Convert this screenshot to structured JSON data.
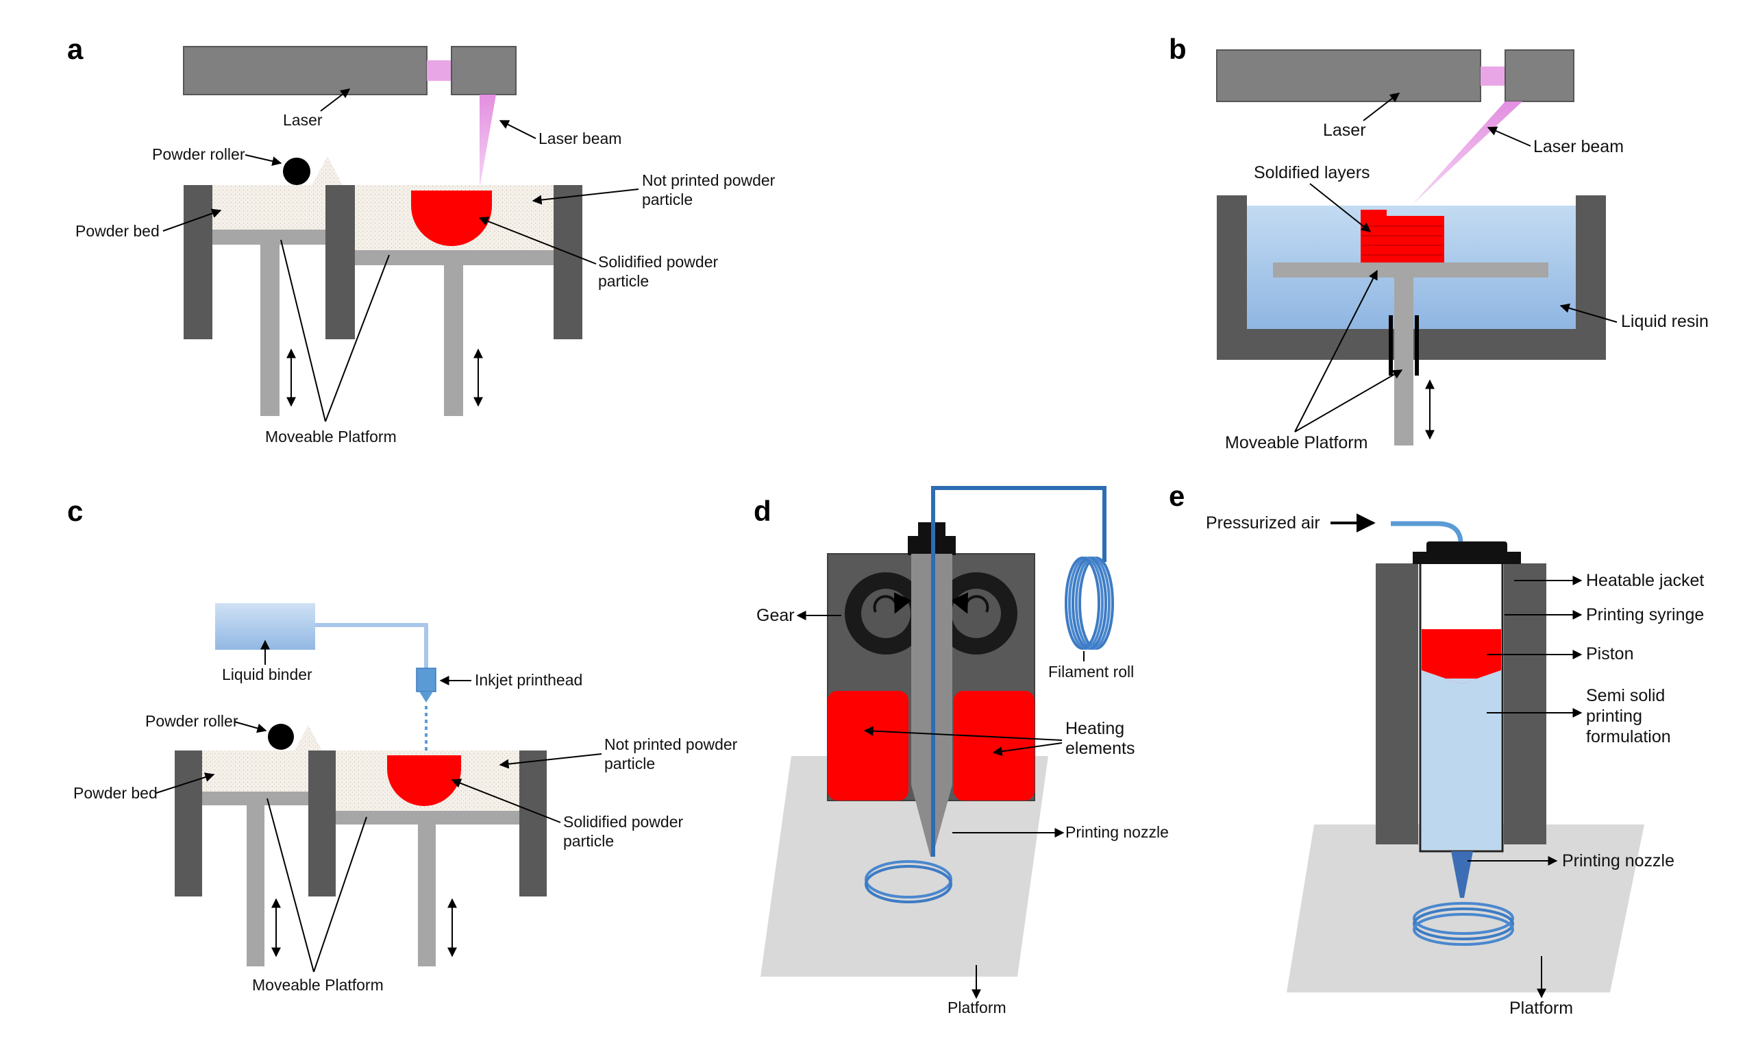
{
  "panels": {
    "a": {
      "letter": "a",
      "laser": "Laser",
      "laser_beam": "Laser beam",
      "powder_roller": "Powder roller",
      "powder_bed": "Powder bed",
      "not_printed_line1": "Not printed powder",
      "not_printed_line2": "particle",
      "solidified_line1": "Solidified powder",
      "solidified_line2": "particle",
      "moveable_platform": "Moveable Platform"
    },
    "b": {
      "letter": "b",
      "laser": "Laser",
      "laser_beam": "Laser beam",
      "solidified_layers": "Soldified layers",
      "liquid_resin": "Liquid resin",
      "moveable_platform": "Moveable Platform"
    },
    "c": {
      "letter": "c",
      "liquid_binder": "Liquid binder",
      "inkjet_printhead": "Inkjet printhead",
      "powder_roller": "Powder roller",
      "powder_bed": "Powder bed",
      "not_printed_line1": "Not printed powder",
      "not_printed_line2": "particle",
      "solidified_line1": "Solidified powder",
      "solidified_line2": "particle",
      "moveable_platform": "Moveable Platform"
    },
    "d": {
      "letter": "d",
      "gear": "Gear",
      "filament_roll": "Filament roll",
      "heating_line1": "Heating",
      "heating_line2": "elements",
      "printing_nozzle": "Printing nozzle",
      "platform": "Platform"
    },
    "e": {
      "letter": "e",
      "pressurized_air": "Pressurized air",
      "heatable_jacket": "Heatable jacket",
      "printing_syringe": "Printing syringe",
      "piston": "Piston",
      "semi_line1": "Semi solid",
      "semi_line2": "printing",
      "semi_line3": "formulation",
      "printing_nozzle": "Printing nozzle",
      "platform": "Platform"
    }
  },
  "colors": {
    "dark_gray": "#595959",
    "mid_gray": "#a6a6a6",
    "laser_gray": "#7f7f7f",
    "solid_red": "#ff0000",
    "powder": "#f3efe7",
    "resin": "#a9c8ea",
    "filament_blue": "#2e6db4",
    "platform_gray": "#d9d9d9",
    "beam_pink": "#e9a6e6"
  }
}
